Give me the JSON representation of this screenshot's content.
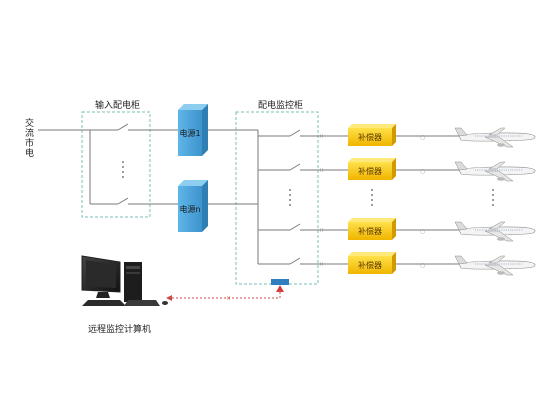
{
  "source_label": "交流市电",
  "input_cabinet_label": "输入配电柜",
  "monitor_cabinet_label": "配电监控柜",
  "power_units": [
    "电源1",
    "电源n"
  ],
  "compensator_label": "补偿器",
  "remote_computer_label": "远程监控计算机",
  "colors": {
    "line": "#777777",
    "cabinet_border": "#7bbfb7",
    "power_unit": "#4aa3d8",
    "compensator": "#f5c400",
    "remote_link": "#cc4a4a"
  }
}
